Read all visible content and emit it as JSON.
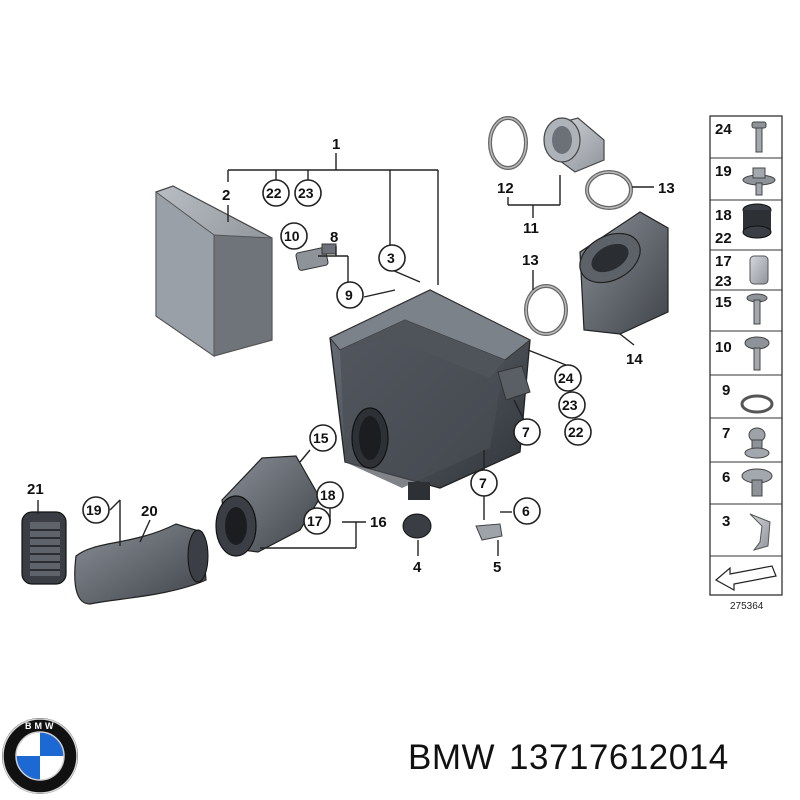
{
  "callouts": {
    "c1": "1",
    "c2": "2",
    "c3": "3",
    "c4": "4",
    "c5": "5",
    "c6": "6",
    "c7a": "7",
    "c7b": "7",
    "c8": "8",
    "c9": "9",
    "c10": "10",
    "c11": "11",
    "c12": "12",
    "c13a": "13",
    "c13b": "13",
    "c14": "14",
    "c15": "15",
    "c16": "16",
    "c17": "17",
    "c18": "18",
    "c19": "19",
    "c20": "20",
    "c21": "21",
    "c22a": "22",
    "c22b": "22",
    "c23a": "23",
    "c23b": "23",
    "c24": "24"
  },
  "parts_table": [
    {
      "labels": [
        "24"
      ]
    },
    {
      "labels": [
        "19"
      ]
    },
    {
      "labels": [
        "18",
        "22"
      ]
    },
    {
      "labels": [
        "17",
        "23"
      ]
    },
    {
      "labels": [
        "15"
      ]
    },
    {
      "labels": [
        "10"
      ]
    },
    {
      "labels": [
        "9"
      ]
    },
    {
      "labels": [
        "7"
      ]
    },
    {
      "labels": [
        "6"
      ]
    },
    {
      "labels": [
        "3"
      ]
    },
    {
      "labels": []
    }
  ],
  "diagram_number": "275364",
  "logo": {
    "name": "bmw-logo",
    "text": "BMW",
    "colors": {
      "blue": "#1c69d4",
      "black": "#111111",
      "white": "#ffffff"
    }
  },
  "caption": {
    "brand": "BMW",
    "part_number": "13717612014"
  }
}
